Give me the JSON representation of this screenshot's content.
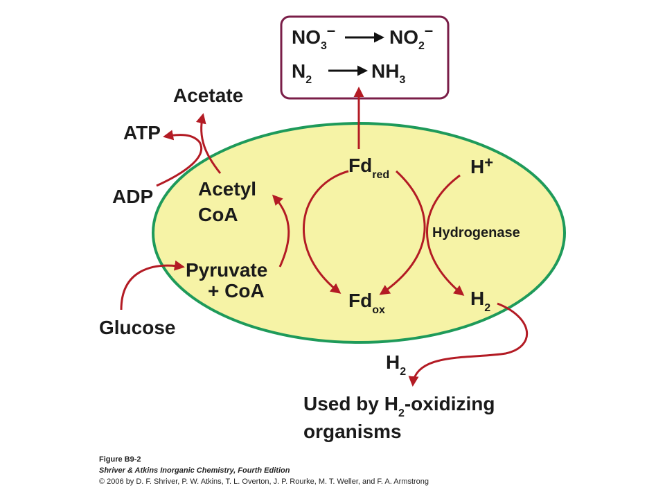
{
  "diagram": {
    "products_box": {
      "line1_left": "NO",
      "line1_left_sub": "3",
      "line1_left_sup": "–",
      "line1_right": "NO",
      "line1_right_sub": "2",
      "line1_right_sup": "–",
      "line2_left": "N",
      "line2_left_sub": "2",
      "line2_right": "NH",
      "line2_right_sub": "3"
    },
    "labels": {
      "acetate": "Acetate",
      "atp": "ATP",
      "adp": "ADP",
      "acetyl_line1": "Acetyl",
      "acetyl_line2": "CoA",
      "pyruvate_line1": "Pyruvate",
      "pyruvate_line2": "+ CoA",
      "glucose": "Glucose",
      "fd_red": "Fd",
      "fd_red_sub": "red",
      "fd_ox": "Fd",
      "fd_ox_sub": "ox",
      "h_plus": "H",
      "h_plus_sup": "+",
      "hydrogenase": "Hydrogenase",
      "h2_inside": "H",
      "h2_inside_sub": "2",
      "h2_outside": "H",
      "h2_outside_sub": "2",
      "used_line1_a": "Used by H",
      "used_line1_sub": "2",
      "used_line1_b": "-oxidizing",
      "used_line2": "organisms"
    },
    "colors": {
      "cell_fill": "#f6f3a6",
      "cell_border": "#1e9a5a",
      "arrow": "#b31b24",
      "box_border": "#7a1e48"
    }
  },
  "caption": {
    "figure": "Figure B9-2",
    "book": "Shriver & Atkins Inorganic Chemistry, Fourth Edition",
    "copyright": "© 2006 by D. F. Shriver, P. W. Atkins, T. L. Overton, J. P. Rourke, M. T. Weller, and F. A. Armstrong"
  }
}
